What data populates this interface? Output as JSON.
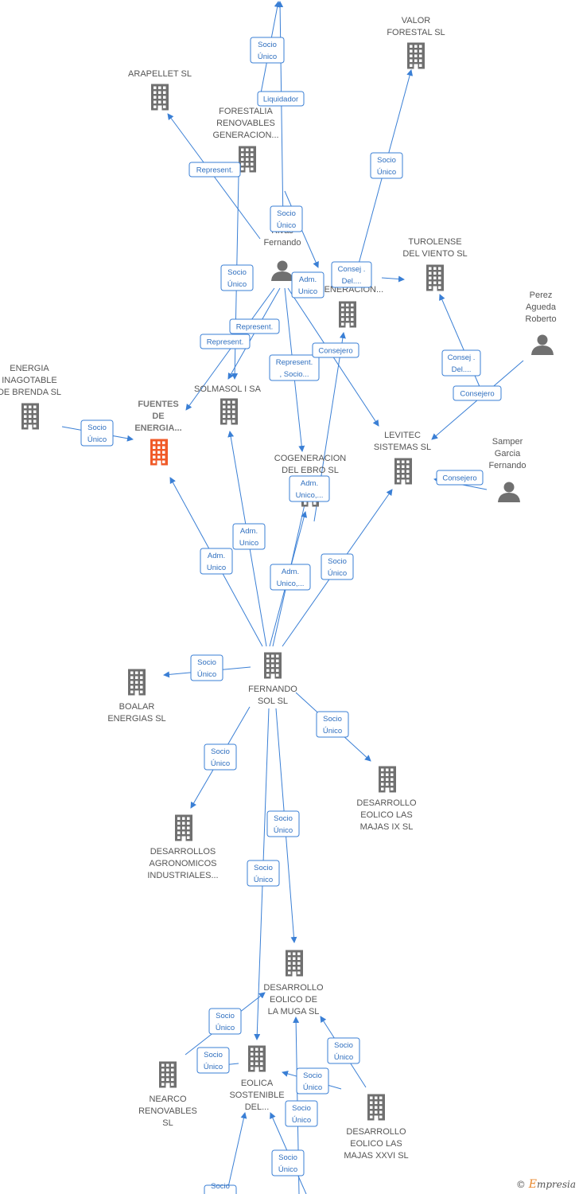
{
  "nodes": [
    {
      "id": "top_person",
      "type": "person",
      "label": []
    },
    {
      "id": "valor",
      "type": "company",
      "label": [
        "VALOR",
        "FORESTAL SL"
      ]
    },
    {
      "id": "arapellet",
      "type": "company",
      "label": [
        "ARAPELLET  SL"
      ]
    },
    {
      "id": "forestalia",
      "type": "company",
      "label": [
        "FORESTALIA",
        "RENOVABLES",
        "GENERACION..."
      ]
    },
    {
      "id": "rivas",
      "type": "person",
      "label": [
        "S...",
        "Rivas",
        "Fernando"
      ]
    },
    {
      "id": "fo_gen",
      "type": "company",
      "label": [
        "FO...",
        "...",
        "...GENERACION..."
      ]
    },
    {
      "id": "turolense",
      "type": "company",
      "label": [
        "TUROLENSE",
        "DEL VIENTO SL"
      ]
    },
    {
      "id": "perez",
      "type": "person",
      "label": [
        "Perez",
        "Agueda",
        "Roberto"
      ]
    },
    {
      "id": "energia_inag",
      "type": "company",
      "label": [
        "ENERGIA",
        "INAGOTABLE",
        "DE BRENDA  SL"
      ]
    },
    {
      "id": "fuentes",
      "type": "company",
      "main": true,
      "label": [
        "FUENTES",
        "DE",
        "ENERGIA..."
      ]
    },
    {
      "id": "solmasol",
      "type": "company",
      "label": [
        "SOLMASOL I SA"
      ]
    },
    {
      "id": "cogeneracion",
      "type": "company",
      "label": [
        "COGENERACION",
        "DEL EBRO  SL"
      ]
    },
    {
      "id": "levitec",
      "type": "company",
      "label": [
        "LEVITEC",
        "SISTEMAS  SL"
      ]
    },
    {
      "id": "samper",
      "type": "person",
      "label": [
        "Samper",
        "Garcia",
        "Fernando"
      ]
    },
    {
      "id": "fernando_sol",
      "type": "company",
      "label": [
        "FERNANDO",
        "SOL SL"
      ]
    },
    {
      "id": "boalar",
      "type": "company",
      "label": [
        "BOALAR",
        "ENERGIAS  SL"
      ]
    },
    {
      "id": "desarrollo_ix",
      "type": "company",
      "label": [
        "DESARROLLO",
        "EOLICO LAS",
        "MAJAS IX  SL"
      ]
    },
    {
      "id": "agronomicos",
      "type": "company",
      "label": [
        "DESARROLLOS",
        "AGRONOMICOS",
        "INDUSTRIALES..."
      ]
    },
    {
      "id": "muga",
      "type": "company",
      "label": [
        "DESARROLLO",
        "EOLICO DE",
        "LA MUGA SL"
      ]
    },
    {
      "id": "nearco",
      "type": "company",
      "label": [
        "NEARCO",
        "RENOVABLES",
        "SL"
      ]
    },
    {
      "id": "eolica",
      "type": "company",
      "label": [
        "EOLICA",
        "SOSTENIBLE",
        "DEL..."
      ]
    },
    {
      "id": "majas_xxvi",
      "type": "company",
      "label": [
        "DESARROLLO",
        "EOLICO LAS",
        "MAJAS XXVI  SL"
      ]
    }
  ],
  "edge_labels": [
    {
      "id": "e1",
      "lines": [
        "Socio",
        "Único"
      ]
    },
    {
      "id": "e2",
      "lines": [
        "Liquidador"
      ]
    },
    {
      "id": "e3",
      "lines": [
        "Socio",
        "Único"
      ]
    },
    {
      "id": "e4",
      "lines": [
        "Represent."
      ]
    },
    {
      "id": "e5",
      "lines": [
        "Socio",
        "Único"
      ]
    },
    {
      "id": "e6",
      "lines": [
        "Consej .",
        "Del...."
      ]
    },
    {
      "id": "e7",
      "lines": [
        "Adm.",
        "Unico"
      ]
    },
    {
      "id": "e8",
      "lines": [
        "Socio",
        "Único"
      ]
    },
    {
      "id": "e9",
      "lines": [
        "Represent."
      ]
    },
    {
      "id": "e10",
      "lines": [
        "Represent."
      ]
    },
    {
      "id": "e11",
      "lines": [
        "Represent.",
        ", Socio..."
      ]
    },
    {
      "id": "e12",
      "lines": [
        "Consejero"
      ]
    },
    {
      "id": "e13",
      "lines": [
        "Consej .",
        "Del...."
      ]
    },
    {
      "id": "e14",
      "lines": [
        "Consejero"
      ]
    },
    {
      "id": "e15",
      "lines": [
        "Socio",
        "Único"
      ]
    },
    {
      "id": "e16",
      "lines": [
        "Consejero"
      ]
    },
    {
      "id": "e17",
      "lines": [
        "Adm.",
        "Unico,..."
      ]
    },
    {
      "id": "e18",
      "lines": [
        "Adm.",
        "Unico"
      ]
    },
    {
      "id": "e19",
      "lines": [
        "Adm.",
        "Unico"
      ]
    },
    {
      "id": "e20",
      "lines": [
        "Adm.",
        "Unico,..."
      ]
    },
    {
      "id": "e21",
      "lines": [
        "Socio",
        "Único"
      ]
    },
    {
      "id": "e22",
      "lines": [
        "Socio",
        "Único"
      ]
    },
    {
      "id": "e23",
      "lines": [
        "Socio",
        "Único"
      ]
    },
    {
      "id": "e24",
      "lines": [
        "Socio",
        "Único"
      ]
    },
    {
      "id": "e25",
      "lines": [
        "Socio",
        "Único"
      ]
    },
    {
      "id": "e26",
      "lines": [
        "Socio",
        "Único"
      ]
    },
    {
      "id": "e27",
      "lines": [
        "Socio",
        "Único"
      ]
    },
    {
      "id": "e28",
      "lines": [
        "Socio",
        "Único"
      ]
    },
    {
      "id": "e29",
      "lines": [
        "Socio",
        "Único"
      ]
    },
    {
      "id": "e30",
      "lines": [
        "Socio",
        "Único"
      ]
    },
    {
      "id": "e31",
      "lines": [
        "Socio",
        "Único"
      ]
    },
    {
      "id": "e32",
      "lines": [
        "Socio",
        "Único"
      ]
    },
    {
      "id": "e33",
      "lines": [
        "Socio",
        "Único"
      ]
    },
    {
      "id": "e34",
      "lines": [
        "Socio"
      ]
    }
  ],
  "colors": {
    "edge": "#3a7fd5",
    "icon": "#707070",
    "main_icon": "#f05a28"
  },
  "brand": {
    "copyright": "©",
    "initial": "E",
    "name": "mpresia"
  }
}
